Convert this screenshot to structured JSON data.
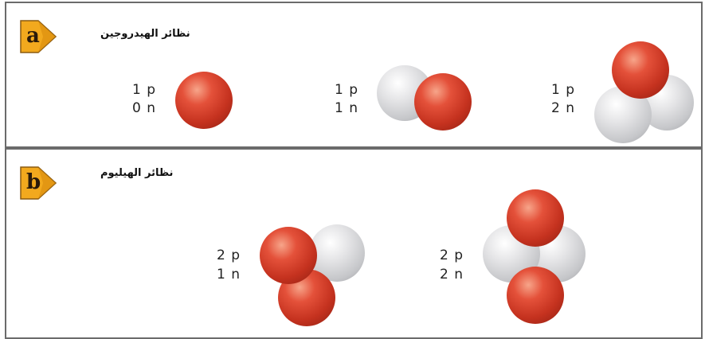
{
  "panels": [
    {
      "letter": "a",
      "title": "نظائر الهيدروجين",
      "isotopes": [
        {
          "protons": "1 p",
          "neutrons": "0 n"
        },
        {
          "protons": "1 p",
          "neutrons": "1 n"
        },
        {
          "protons": "1 p",
          "neutrons": "2 n"
        }
      ]
    },
    {
      "letter": "b",
      "title": "نظائر الهيليوم",
      "isotopes": [
        {
          "protons": "2 p",
          "neutrons": "1 n"
        },
        {
          "protons": "2 p",
          "neutrons": "2 n"
        }
      ]
    }
  ],
  "colors": {
    "proton": "#d23a26",
    "neutron": "#d0d1d4",
    "tag_fill": "#f2a91e",
    "border": "#6b6b6b"
  }
}
